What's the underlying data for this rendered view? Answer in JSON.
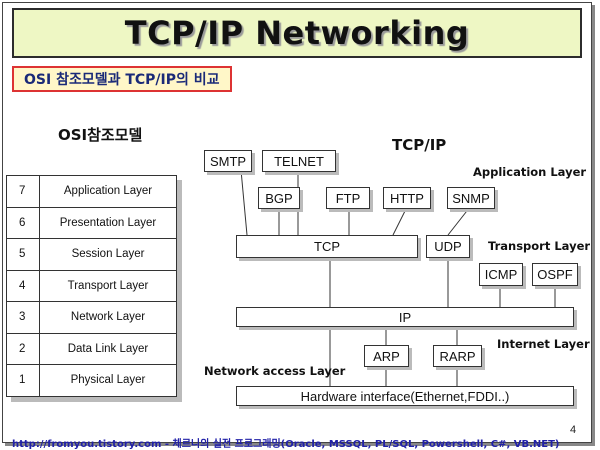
{
  "title": "TCP/IP Networking",
  "subtitle": "OSI 참조모델과 TCP/IP의 비교",
  "osi": {
    "heading": "OSI참조모델",
    "layers": [
      {
        "num": "7",
        "name": "Application Layer"
      },
      {
        "num": "6",
        "name": "Presentation Layer"
      },
      {
        "num": "5",
        "name": "Session Layer"
      },
      {
        "num": "4",
        "name": "Transport Layer"
      },
      {
        "num": "3",
        "name": "Network Layer"
      },
      {
        "num": "2",
        "name": "Data Link Layer"
      },
      {
        "num": "1",
        "name": "Physical Layer"
      }
    ]
  },
  "tcpip": {
    "heading": "TCP/IP",
    "layer_labels": {
      "application": "Application Layer",
      "transport": "Transport Layer",
      "internet": "Internet Layer",
      "network_access": "Network access Layer"
    },
    "boxes": {
      "smtp": "SMTP",
      "telnet": "TELNET",
      "bgp": "BGP",
      "ftp": "FTP",
      "http": "HTTP",
      "snmp": "SNMP",
      "tcp": "TCP",
      "udp": "UDP",
      "icmp": "ICMP",
      "ospf": "OSPF",
      "ip": "IP",
      "arp": "ARP",
      "rarp": "RARP",
      "hardware": "Hardware interface(Ethernet,FDDI..)"
    }
  },
  "footer": "http://fromyou.tistory.com - 체르니의 실전 프로그래밍(Oracle, MSSQL, PL/SQL, Powershell, C#, VB.NET)",
  "page_number": "4"
}
